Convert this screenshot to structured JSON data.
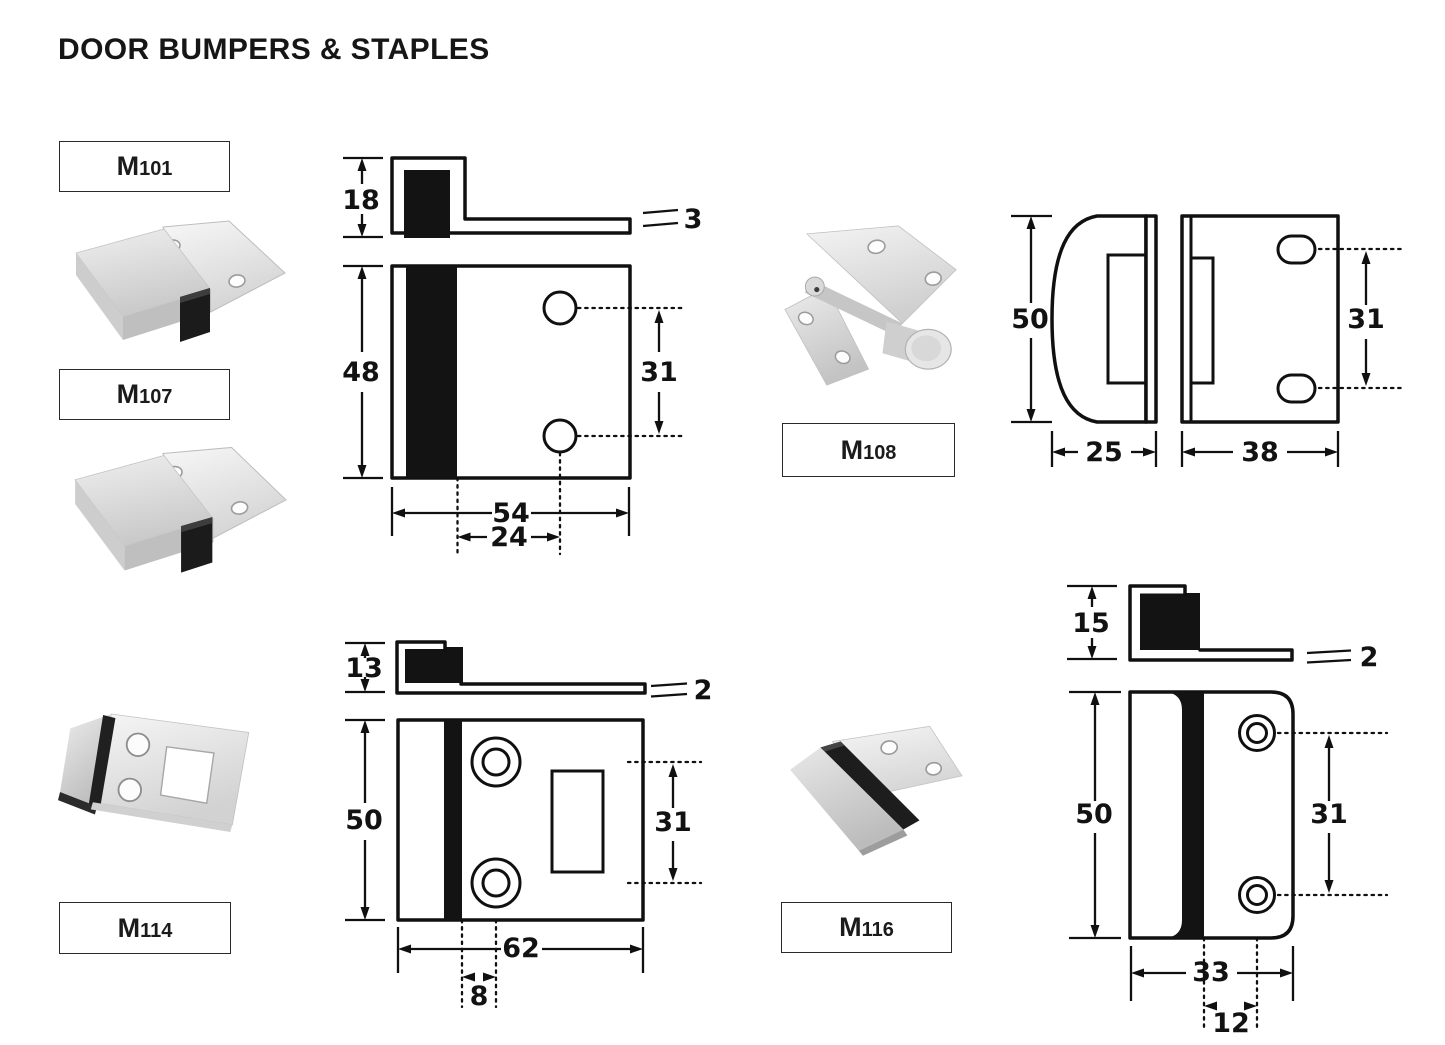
{
  "page": {
    "title": "DOOR BUMPERS & STAPLES"
  },
  "products": {
    "m101": {
      "label": "M101"
    },
    "m107": {
      "label": "M107"
    },
    "m108": {
      "label": "M108"
    },
    "m114": {
      "label": "M114"
    },
    "m116": {
      "label": "M116"
    }
  },
  "drawings": {
    "m101": {
      "side_height": "18",
      "plate_thickness": "3",
      "height": "48",
      "hole_spacing": "31",
      "width": "54",
      "bumper_to_hole": "24"
    },
    "m108": {
      "height": "50",
      "hole_spacing": "31",
      "depth": "25",
      "width": "38"
    },
    "m114": {
      "side_height": "13",
      "plate_thickness": "2",
      "height": "50",
      "hole_spacing": "31",
      "width": "62",
      "bumper_to_hole": "8"
    },
    "m116": {
      "side_height": "15",
      "plate_thickness": "2",
      "height": "50",
      "hole_spacing": "31",
      "width": "33",
      "bumper_to_hole": "12"
    }
  }
}
